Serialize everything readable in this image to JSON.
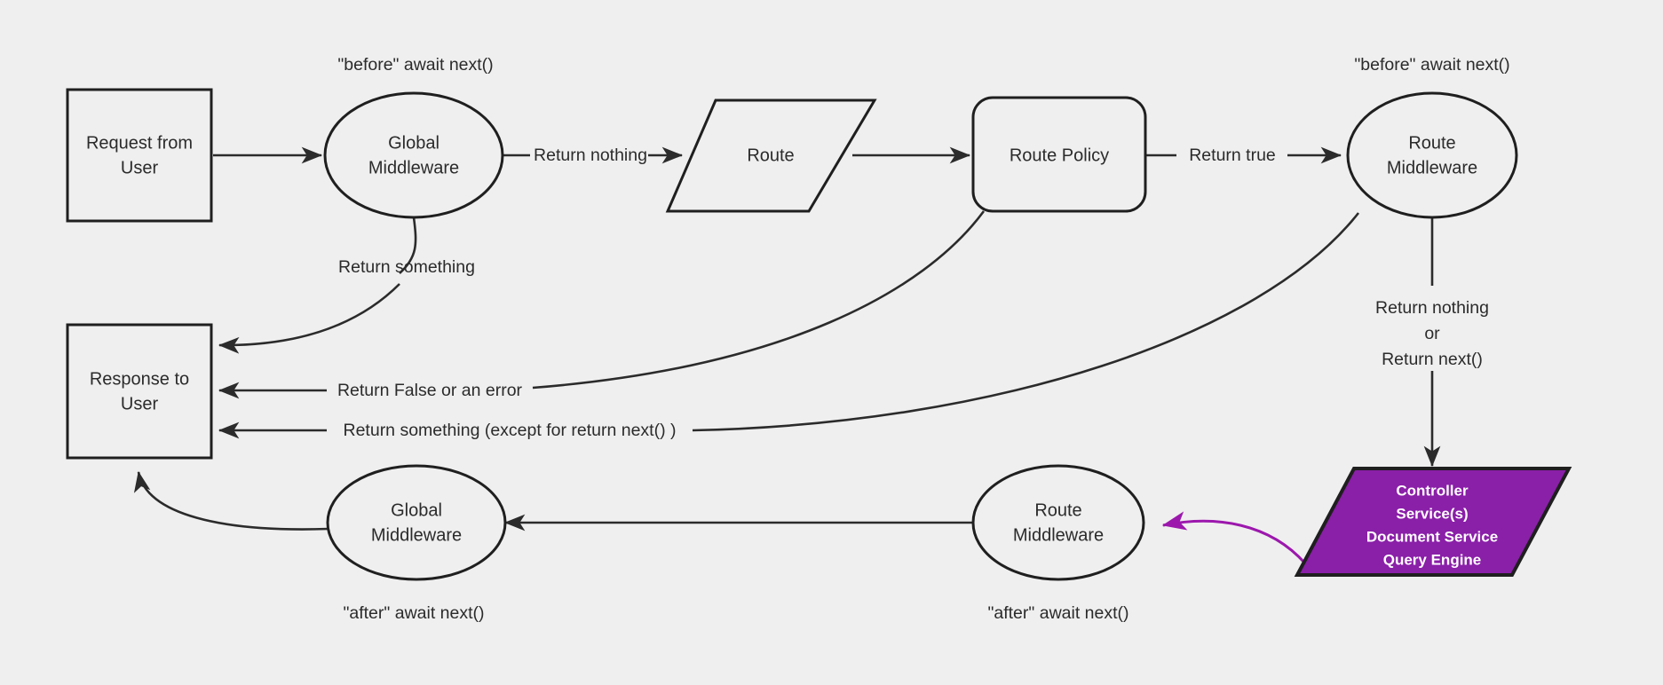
{
  "diagram": {
    "title": "Middleware request/response lifecycle flow",
    "background_color": "#efefef",
    "stroke_color": "#2b2b2b",
    "accent_color": "#8a1fa8",
    "nodes": [
      {
        "id": "request",
        "shape": "rectangle",
        "lines": [
          "Request from",
          "User"
        ]
      },
      {
        "id": "global_mw_before",
        "shape": "ellipse",
        "lines": [
          "Global",
          "Middleware"
        ]
      },
      {
        "id": "route",
        "shape": "parallelogram",
        "lines": [
          "Route"
        ]
      },
      {
        "id": "route_policy",
        "shape": "rounded-rect",
        "lines": [
          "Route Policy"
        ]
      },
      {
        "id": "route_mw_before",
        "shape": "ellipse",
        "lines": [
          "Route",
          "Middleware"
        ]
      },
      {
        "id": "response",
        "shape": "rectangle",
        "lines": [
          "Response to",
          "User"
        ]
      },
      {
        "id": "global_mw_after",
        "shape": "ellipse",
        "lines": [
          "Global",
          "Middleware"
        ]
      },
      {
        "id": "route_mw_after",
        "shape": "ellipse",
        "lines": [
          "Route",
          "Middleware"
        ]
      },
      {
        "id": "controller",
        "shape": "parallelogram",
        "lines": [
          "Controller",
          "Service(s)",
          "Document Service",
          "Query Engine"
        ]
      }
    ],
    "annotations": [
      {
        "id": "before-global",
        "text": "\"before\" await next()"
      },
      {
        "id": "before-route",
        "text": "\"before\" await next()"
      },
      {
        "id": "after-global",
        "text": "\"after\" await next()"
      },
      {
        "id": "after-route",
        "text": "\"after\" await next()"
      }
    ],
    "edge_labels": {
      "return_nothing": "Return nothing",
      "return_true": "Return true",
      "return_something": "Return something",
      "return_false_or_error": "Return False or an error",
      "return_something_except": "Return something (except for return next() )",
      "return_nothing_or_next_line1": "Return nothing",
      "return_nothing_or_next_line2": "or",
      "return_nothing_or_next_line3": "Return next()"
    }
  }
}
